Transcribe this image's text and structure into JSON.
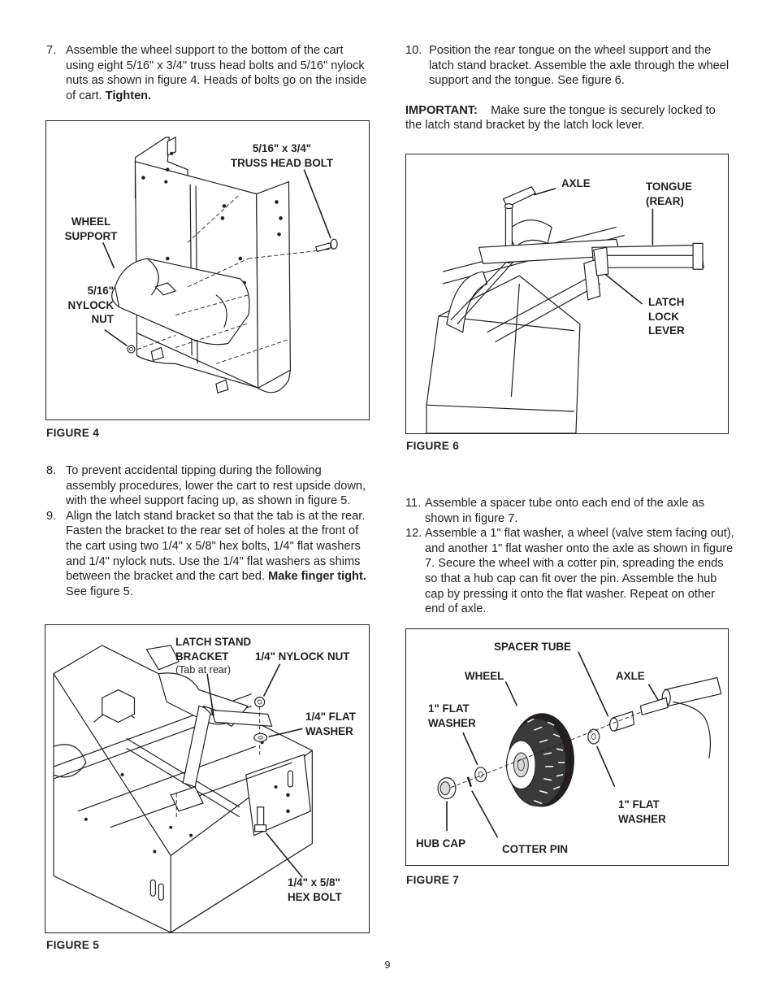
{
  "steps": {
    "s7": {
      "num": "7.",
      "text": "Assemble the wheel support to the bottom of the cart using eight 5/16\" x 3/4\" truss head bolts and 5/16\" nylock nuts as shown in figure 4. Heads of bolts go on the inside of cart.",
      "bold": "Tighten."
    },
    "s8": {
      "num": "8.",
      "text": "To prevent accidental tipping during the following assembly procedures, lower the cart to rest upside down, with the wheel support facing up, as shown in figure 5."
    },
    "s9": {
      "num": "9.",
      "text": "Align the latch stand bracket so that the tab is at the rear. Fasten the bracket to the rear set of holes at the front of the cart using two 1/4\" x 5/8\" hex bolts, 1/4\" flat washers and 1/4\" nylock nuts. Use the 1/4\" flat washers as shims between the bracket and the cart bed.",
      "bold": "Make finger tight.",
      "tail": "See figure 5."
    },
    "s10": {
      "num": "10.",
      "text": "Position the rear tongue on the wheel support and the latch stand bracket. Assemble the axle through the wheel support and the tongue. See figure 6."
    },
    "important": {
      "label": "IMPORTANT:",
      "text": "Make sure the tongue is securely locked to the latch stand bracket by the latch lock lever."
    },
    "s11": {
      "num": "11.",
      "text": "Assemble a spacer tube onto each end of the axle as shown in figure 7."
    },
    "s12": {
      "num": "12.",
      "text": "Assemble a 1\" flat washer, a wheel (valve stem facing out), and another 1\" flat washer onto the axle as shown in figure 7. Secure the wheel with a cotter pin, spreading the ends so that a hub cap can fit over the pin. Assemble the hub cap by pressing it onto the flat washer. Repeat on other end of axle."
    }
  },
  "figures": {
    "fig4": {
      "caption": "FIGURE 4",
      "bolt_l1": "5/16\" x 3/4\"",
      "bolt_l2": "TRUSS HEAD BOLT",
      "wheel_l1": "WHEEL",
      "wheel_l2": "SUPPORT",
      "nut_l1": "5/16\"",
      "nut_l2": "NYLOCK",
      "nut_l3": "NUT"
    },
    "fig5": {
      "caption": "FIGURE 5",
      "bracket_l1": "LATCH STAND",
      "bracket_l2": "BRACKET",
      "bracket_l3": "(Tab at rear)",
      "nylock": "1/4\" NYLOCK NUT",
      "washer_l1": "1/4\" FLAT",
      "washer_l2": "WASHER",
      "bolt_l1": "1/4\" x 5/8\"",
      "bolt_l2": "HEX BOLT"
    },
    "fig6": {
      "caption": "FIGURE 6",
      "axle": "AXLE",
      "tongue_l1": "TONGUE",
      "tongue_l2": "(REAR)",
      "latch_l1": "LATCH",
      "latch_l2": "LOCK",
      "latch_l3": "LEVER"
    },
    "fig7": {
      "caption": "FIGURE 7",
      "spacer": "SPACER TUBE",
      "wheel": "WHEEL",
      "axle": "AXLE",
      "washer1_l1": "1\" FLAT",
      "washer1_l2": "WASHER",
      "washer2_l1": "1\" FLAT",
      "washer2_l2": "WASHER",
      "hubcap": "HUB CAP",
      "cotter": "COTTER PIN"
    }
  },
  "page_number": "9"
}
